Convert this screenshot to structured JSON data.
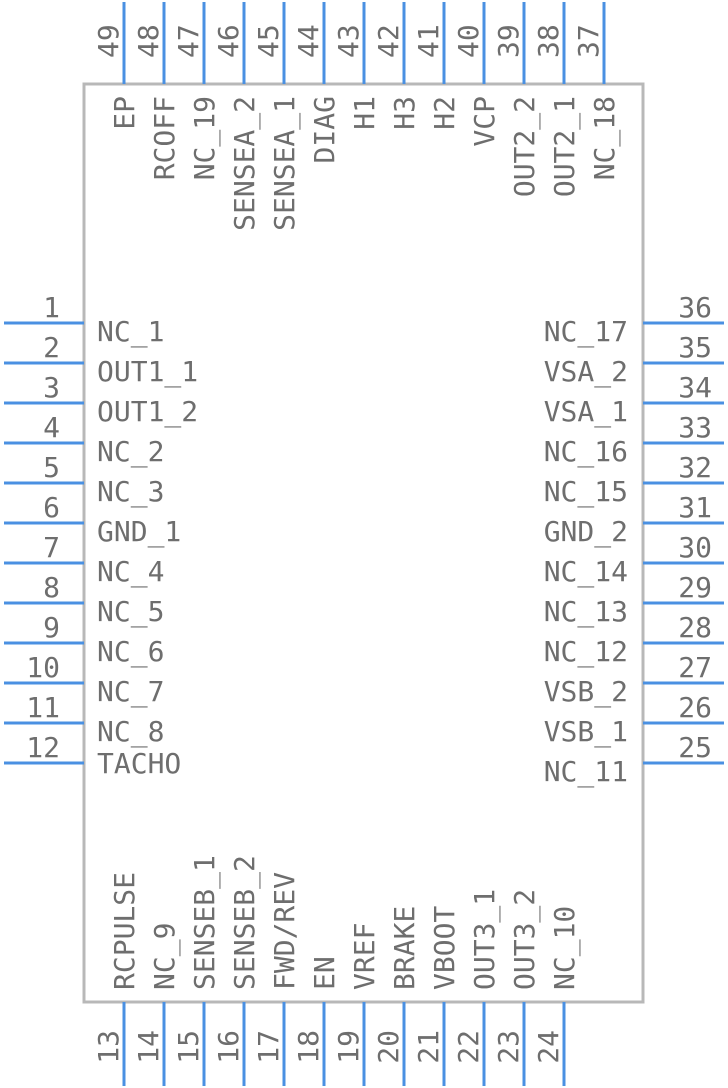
{
  "pins_left": [
    {
      "num": "1",
      "label": "NC_1"
    },
    {
      "num": "2",
      "label": "OUT1_1"
    },
    {
      "num": "3",
      "label": "OUT1_2"
    },
    {
      "num": "4",
      "label": "NC_2"
    },
    {
      "num": "5",
      "label": "NC_3"
    },
    {
      "num": "6",
      "label": "GND_1"
    },
    {
      "num": "7",
      "label": "NC_4"
    },
    {
      "num": "8",
      "label": "NC_5"
    },
    {
      "num": "9",
      "label": "NC_6"
    },
    {
      "num": "10",
      "label": "NC_7"
    },
    {
      "num": "11",
      "label": "NC_8"
    },
    {
      "num": "12",
      "label": "TACHO"
    }
  ],
  "pins_bottom": [
    {
      "num": "13",
      "label": "RCPULSE"
    },
    {
      "num": "14",
      "label": "NC_9"
    },
    {
      "num": "15",
      "label": "SENSEB_1"
    },
    {
      "num": "16",
      "label": "SENSEB_2"
    },
    {
      "num": "17",
      "label": "FWD/REV"
    },
    {
      "num": "18",
      "label": "EN"
    },
    {
      "num": "19",
      "label": "VREF"
    },
    {
      "num": "20",
      "label": "BRAKE"
    },
    {
      "num": "21",
      "label": "VBOOT"
    },
    {
      "num": "22",
      "label": "OUT3_1"
    },
    {
      "num": "23",
      "label": "OUT3_2"
    },
    {
      "num": "24",
      "label": "NC_10"
    }
  ],
  "pins_right": [
    {
      "num": "25",
      "label": "NC_11"
    },
    {
      "num": "26",
      "label": "VSB_1"
    },
    {
      "num": "27",
      "label": "VSB_2"
    },
    {
      "num": "28",
      "label": "NC_12"
    },
    {
      "num": "29",
      "label": "NC_13"
    },
    {
      "num": "30",
      "label": "NC_14"
    },
    {
      "num": "31",
      "label": "GND_2"
    },
    {
      "num": "32",
      "label": "NC_15"
    },
    {
      "num": "33",
      "label": "NC_16"
    },
    {
      "num": "34",
      "label": "VSA_1"
    },
    {
      "num": "35",
      "label": "VSA_2"
    },
    {
      "num": "36",
      "label": "NC_17"
    }
  ],
  "pins_top": [
    {
      "num": "37",
      "label": "NC_18"
    },
    {
      "num": "38",
      "label": "OUT2_1"
    },
    {
      "num": "39",
      "label": "OUT2_2"
    },
    {
      "num": "40",
      "label": "VCP"
    },
    {
      "num": "41",
      "label": "H2"
    },
    {
      "num": "42",
      "label": "H3"
    },
    {
      "num": "43",
      "label": "H1"
    },
    {
      "num": "44",
      "label": "DIAG"
    },
    {
      "num": "45",
      "label": "SENSEA_1"
    },
    {
      "num": "46",
      "label": "SENSEA_2"
    },
    {
      "num": "47",
      "label": "NC_19"
    },
    {
      "num": "48",
      "label": "RCOFF"
    },
    {
      "num": "49",
      "label": "EP"
    }
  ],
  "colors": {
    "pin": "#4a90e2",
    "text": "#6e6e6e",
    "body": "#b8b8b8"
  }
}
